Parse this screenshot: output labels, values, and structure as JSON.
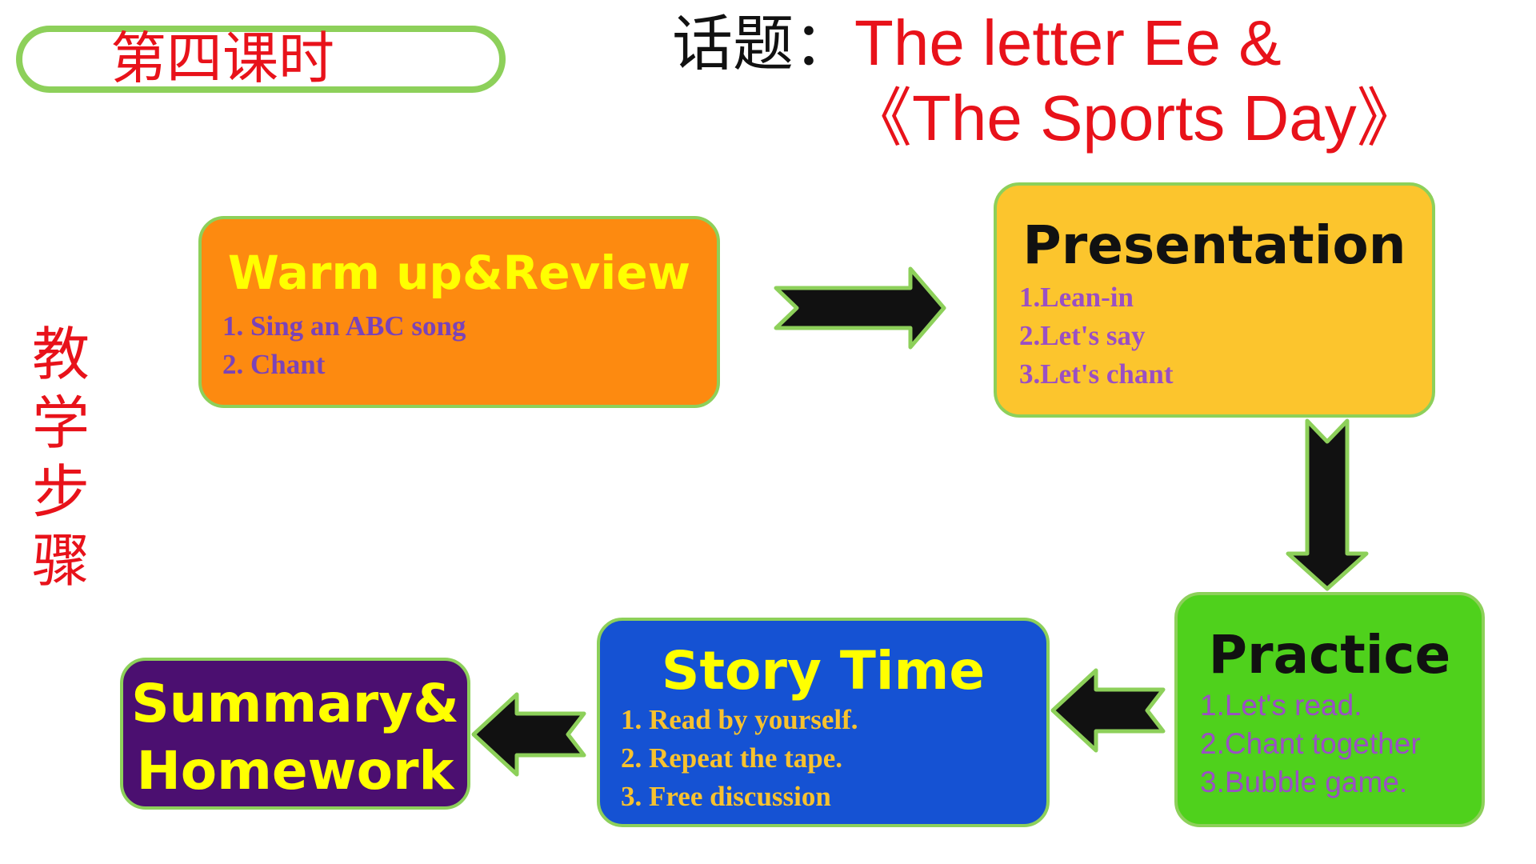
{
  "lesson_label": "第四课时",
  "topic": {
    "label": "话题：",
    "line1": "The letter Ee &",
    "line2": "《The Sports Day》"
  },
  "vertical_label": [
    "教",
    "学",
    "步",
    "骤"
  ],
  "steps": {
    "warmup": {
      "title": "Warm up&Review",
      "items": [
        "1. Sing an ABC song",
        "2. Chant"
      ]
    },
    "presentation": {
      "title": "Presentation",
      "items": [
        "1.Lean-in",
        "2.Let's say",
        "3.Let's chant"
      ]
    },
    "practice": {
      "title": "Practice",
      "items": [
        "1.Let's read.",
        "2.Chant together",
        "3.Bubble game."
      ]
    },
    "story": {
      "title": "Story Time",
      "items": [
        "1. Read by yourself.",
        "2. Repeat the tape.",
        "3. Free discussion"
      ]
    },
    "summary": {
      "title_line1": "Summary&",
      "title_line2": "Homework"
    }
  },
  "flow": [
    "warmup",
    "presentation",
    "practice",
    "story",
    "summary"
  ],
  "colors": {
    "accent_red": "#e8121a",
    "border_green": "#8dd05a",
    "warmup_fill": "#fd8a10",
    "presentation_fill": "#fcc52d",
    "practice_fill": "#4fd11c",
    "story_fill": "#1552d3",
    "summary_fill": "#4b0f70",
    "arrow_fill": "#111111"
  }
}
